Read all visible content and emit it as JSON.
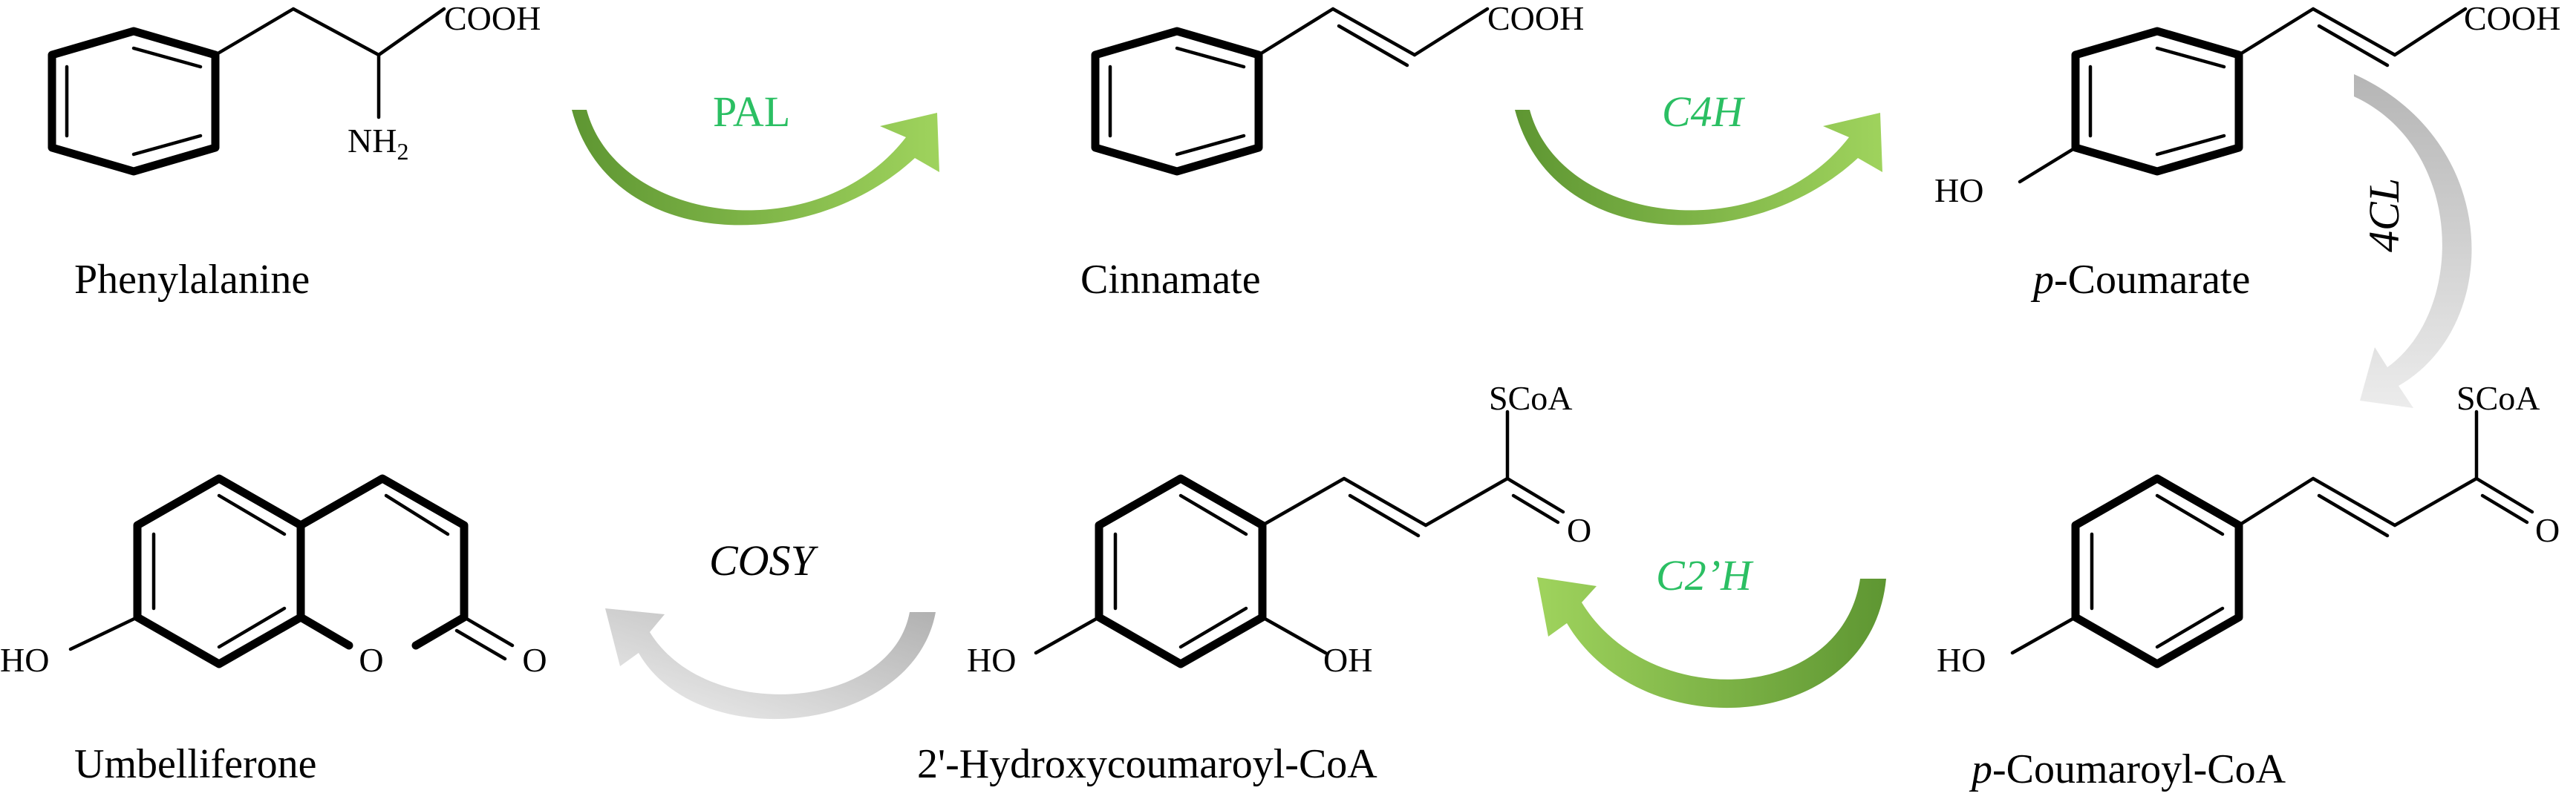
{
  "colors": {
    "enzyme_text_green": "#2bbf63",
    "arrow_green_dark": "#5e9632",
    "arrow_green_light": "#9fd35d",
    "arrow_gray_dark": "#b5b5b5",
    "arrow_gray_light": "#ececec"
  },
  "atoms": {
    "cooh": "COOH",
    "nh2": "NH",
    "nh2_sub": "2",
    "ho": "HO",
    "oh": "OH",
    "scoa": "SCoA",
    "o": "O"
  },
  "compounds": {
    "phenylalanine": "Phenylalanine",
    "cinnamate": "Cinnamate",
    "p_coumarate_prefix": "p",
    "p_coumarate_rest": "-Coumarate",
    "p_coumaroyl_coa_prefix": "p",
    "p_coumaroyl_coa_rest": "-Coumaroyl-CoA",
    "hydroxycoumaroyl_coa": "2'-Hydroxycoumaroyl-CoA",
    "umbelliferone": "Umbelliferone"
  },
  "enzymes": {
    "pal": "PAL",
    "c4h": "C4H",
    "fourcl": "4CL",
    "c2h": "C2’H",
    "cosy": "COSY"
  }
}
